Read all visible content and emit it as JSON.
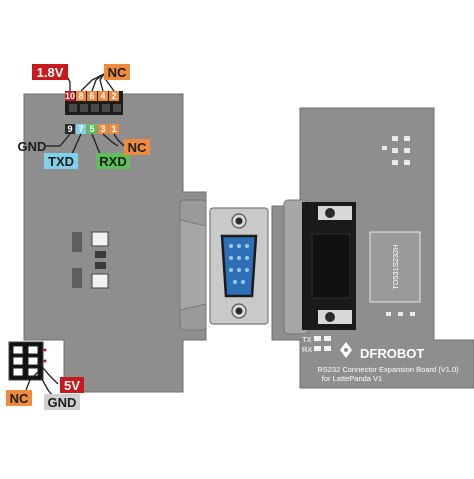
{
  "colors": {
    "board": "#8e8e8e",
    "board_edge": "#6f6f6f",
    "red_label": "#c8191e",
    "orange_label": "#f08a3c",
    "cyan_label": "#7fd0e8",
    "green_label": "#5ec05a",
    "yellow_label": "#f2e53c",
    "dark_label": "#2a2a2a",
    "grey_label": "#cfcfcf",
    "connector_blue": "#2e6fb5"
  },
  "top_header": {
    "top_row_pins": [
      "10",
      "8",
      "6",
      "4",
      "2"
    ],
    "bottom_row_pins": [
      "9",
      "7",
      "5",
      "3",
      "1"
    ],
    "labels": {
      "v18": "1.8V",
      "nc_top": "NC",
      "gnd": "GND",
      "txd": "TXD",
      "rxd": "RXD",
      "nc_right": "NC"
    }
  },
  "bottom_header": {
    "labels": {
      "v5": "5V",
      "nc": "NC",
      "gnd": "GND"
    }
  },
  "right_board": {
    "chip_label": "TD531S232H",
    "led_tx": "TX",
    "led_rx": "RX",
    "brand_logo": "DFROBOT",
    "title_line1": "RS232 Connector Expansion Board (V1.0)",
    "title_line2": "for LattePanda V1"
  }
}
